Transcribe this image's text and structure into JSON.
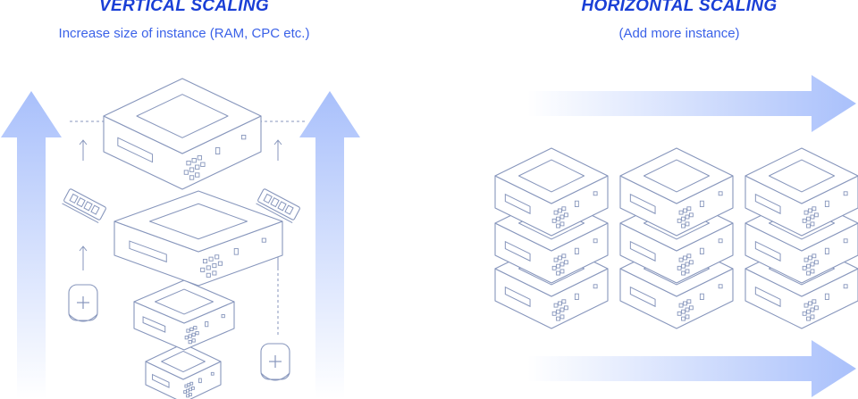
{
  "vertical": {
    "title": "VERTICAL SCALING",
    "subtitle": "Increase size of instance (RAM, CPC etc.)"
  },
  "horizontal": {
    "title": "HORIZONTAL SCALING",
    "subtitle": "(Add more instance)"
  },
  "colors": {
    "title": "#1a3fd6",
    "subtitle": "#3b62e8",
    "line": "#8796bc",
    "arrow": "#a9c0fb"
  },
  "icons": [
    "server-icon",
    "ram-module-icon",
    "add-icon",
    "growth-arrow-icon"
  ]
}
